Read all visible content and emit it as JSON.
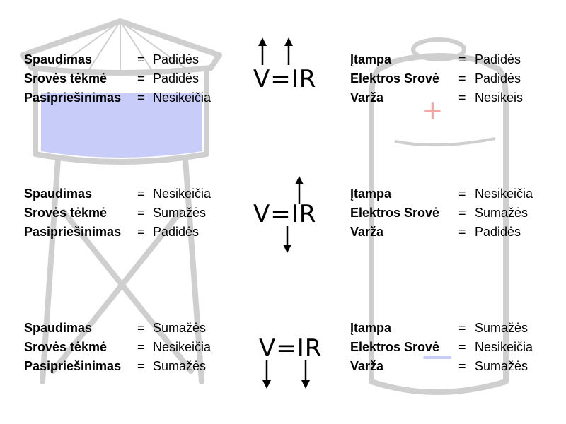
{
  "sections": [
    {
      "water": [
        {
          "label": "Spaudimas",
          "eq": "=",
          "value": "Padidės"
        },
        {
          "label": "Srovės tėkmė",
          "eq": "=",
          "value": "Padidės"
        },
        {
          "label": "Pasipriešinimas",
          "eq": "=",
          "value": "Nesikeičia"
        }
      ],
      "formula": "V=IR",
      "arrows": [
        "up",
        "up"
      ],
      "electric": [
        {
          "label": "Įtampa",
          "eq": "=",
          "value": "Padidės"
        },
        {
          "label": "Elektros Srovė",
          "eq": "=",
          "value": "Padidės"
        },
        {
          "label": "Varža",
          "eq": "=",
          "value": "Nesikeis"
        }
      ]
    },
    {
      "water": [
        {
          "label": "Spaudimas",
          "eq": "=",
          "value": "Nesikeičia"
        },
        {
          "label": "Srovės tėkmė",
          "eq": "=",
          "value": "Sumažės"
        },
        {
          "label": "Pasipriešinimas",
          "eq": "=",
          "value": "Padidės"
        }
      ],
      "formula": "V=IR",
      "arrows": [
        "up",
        "down"
      ],
      "electric": [
        {
          "label": "Įtampa",
          "eq": "=",
          "value": "Nesikeičia"
        },
        {
          "label": "Elektros Srovė",
          "eq": "=",
          "value": "Sumažės"
        },
        {
          "label": "Varža",
          "eq": "=",
          "value": "Padidės"
        }
      ]
    },
    {
      "water": [
        {
          "label": "Spaudimas",
          "eq": "=",
          "value": "Sumažės"
        },
        {
          "label": "Srovės tėkmė",
          "eq": "=",
          "value": "Nesikeičia"
        },
        {
          "label": "Pasipriešinimas",
          "eq": "=",
          "value": "Sumažės"
        }
      ],
      "formula": "V=IR",
      "arrows": [
        "down",
        "down"
      ],
      "electric": [
        {
          "label": "Įtampa",
          "eq": "=",
          "value": "Sumažės"
        },
        {
          "label": "Elektros Srovė",
          "eq": "=",
          "value": "Nesikeičia"
        },
        {
          "label": "Varža",
          "eq": "=",
          "value": "Sumažės"
        }
      ]
    }
  ],
  "battery_symbol": "+",
  "colors": {
    "water": "#c8ccf8",
    "outline": "#cfcfcf",
    "plus": "#f2a6a6",
    "text": "#000000"
  }
}
